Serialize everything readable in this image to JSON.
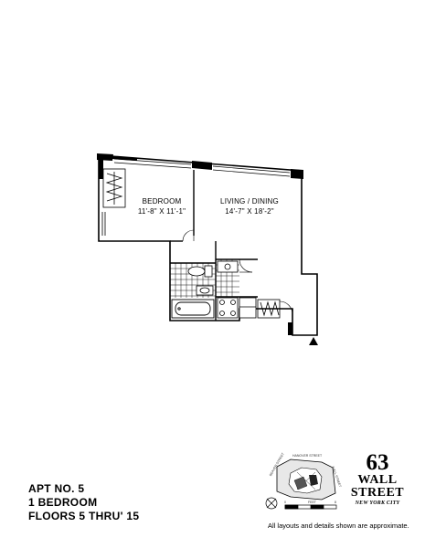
{
  "plan": {
    "rooms": [
      {
        "name": "BEDROOM",
        "dims": "11'-8\" X 11'-1\""
      },
      {
        "name": "LIVING / DINING",
        "dims": "14'-7\" X 18'-2\""
      }
    ]
  },
  "apartment": {
    "apt_no": "APT NO. 5",
    "bedrooms": "1 BEDROOM",
    "floors": "FLOORS 5 THRU' 15"
  },
  "brand": {
    "number": "63",
    "line1": "WALL",
    "line2": "STREET",
    "city": "NEW YORK CITY"
  },
  "key_plan": {
    "street_top": "HANOVER STREET",
    "street_left": "BEAVER STREET",
    "street_right": "WALL STREET",
    "scale_label": "FEET",
    "scale_start": "0",
    "scale_end": "8"
  },
  "disclaimer": "All layouts and details shown are approximate."
}
